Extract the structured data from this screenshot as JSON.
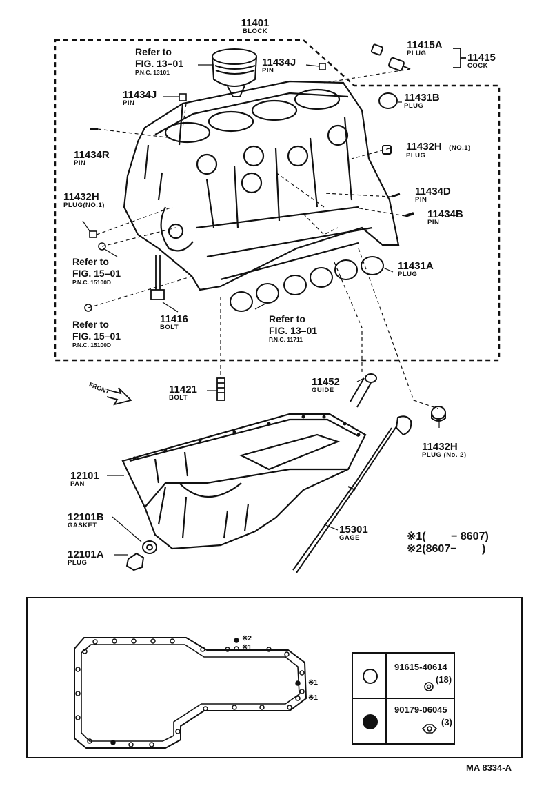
{
  "parts": {
    "block": {
      "pn": "11401",
      "name": "BLOCK"
    },
    "plug_11415a": {
      "pn": "11415A",
      "name": "PLUG"
    },
    "cock": {
      "pn": "11415",
      "name": "COCK"
    },
    "pin_11434j_top": {
      "pn": "11434J",
      "name": "PIN"
    },
    "pin_11434j_left": {
      "pn": "11434J",
      "name": "PIN"
    },
    "plug_11431b": {
      "pn": "11431B",
      "name": "PLUG"
    },
    "pin_11434r": {
      "pn": "11434R",
      "name": "PIN"
    },
    "plug_11432h_no1_right": {
      "pn": "11432H",
      "name": "PLUG",
      "note": "(NO.1)"
    },
    "pin_11434d": {
      "pn": "11434D",
      "name": "PIN"
    },
    "pin_11434b": {
      "pn": "11434B",
      "name": "PIN"
    },
    "plug_11432h_no1_left": {
      "pn": "11432H",
      "name": "PLUG(NO.1)"
    },
    "plug_11431a": {
      "pn": "11431A",
      "name": "PLUG"
    },
    "bolt_11416": {
      "pn": "11416",
      "name": "BOLT"
    },
    "bolt_11421": {
      "pn": "11421",
      "name": "BOLT"
    },
    "guide_11452": {
      "pn": "11452",
      "name": "GUIDE"
    },
    "plug_11432h_no2": {
      "pn": "11432H",
      "name": "PLUG (No. 2)"
    },
    "pan": {
      "pn": "12101",
      "name": "PAN"
    },
    "gasket": {
      "pn": "12101B",
      "name": "GASKET"
    },
    "plug_12101a": {
      "pn": "12101A",
      "name": "PLUG"
    },
    "gage": {
      "pn": "15301",
      "name": "GAGE"
    }
  },
  "refs": {
    "piston": {
      "line1": "Refer to",
      "line2": "FIG. 13–01",
      "pnc": "P.N.C. 13101"
    },
    "bearings": {
      "line1": "Refer to",
      "line2": "FIG. 13–01",
      "pnc": "P.N.C. 11711"
    },
    "left1": {
      "line1": "Refer to",
      "line2": "FIG. 15–01",
      "pnc": "P.N.C. 15100D"
    },
    "left2": {
      "line1": "Refer to",
      "line2": "FIG. 15–01",
      "pnc": "P.N.C. 15100D"
    }
  },
  "front_label": "FRONT",
  "notes": {
    "n1": "※1(　　 − 8607)",
    "n2": "※2(8607−　　 )"
  },
  "legend": {
    "row1": {
      "pn": "91615-40614",
      "qty": "(18)"
    },
    "row2": {
      "pn": "90179-06045",
      "qty": "(3)"
    }
  },
  "gasket_marks": {
    "top_mark2": "※2",
    "top_mark1": "※1",
    "side_mark1a": "※1",
    "side_mark1b": "※1"
  },
  "figure_code": "MA 8334-A"
}
